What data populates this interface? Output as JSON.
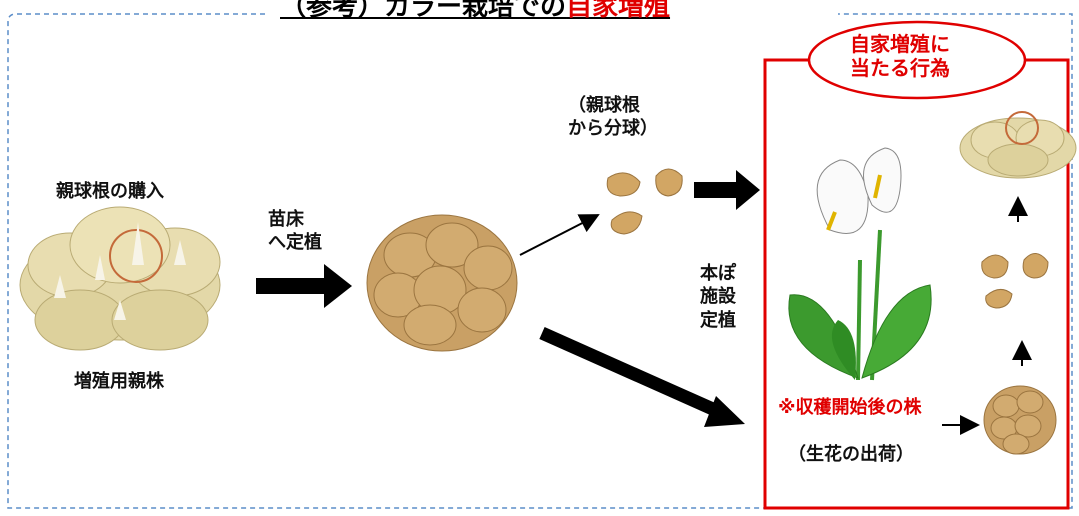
{
  "title": {
    "prefix": "（参考）カラー栽培での",
    "highlight": "自家増殖"
  },
  "labels": {
    "purchase": "親球根の購入",
    "stock": "増殖用親株",
    "nursery_line1": "苗床",
    "nursery_line2": "へ定植",
    "division_line1": "（親球根",
    "division_line2": "から分球）",
    "main_line1": "本ぽ",
    "main_line2": "施設",
    "main_line3": "定植",
    "after_harvest": "※収穫開始後の株",
    "shipping": "（生花の出荷）",
    "callout_line1": "自家増殖に",
    "callout_line2": "当たる行為"
  },
  "colors": {
    "accent": "#e00000",
    "dashed_border": "#5b8dc9",
    "bulb_fill": "#c9a065",
    "stock_fill": "#e3d8a8",
    "leaf": "#3c9a2e"
  }
}
